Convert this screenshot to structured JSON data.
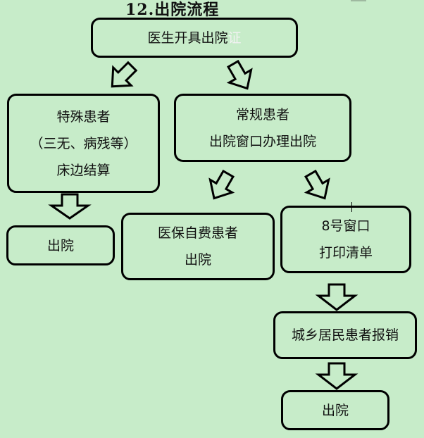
{
  "title": "12.出院流程",
  "nodes": {
    "start": {
      "text": "医生开具出院证",
      "faint": "证"
    },
    "special": {
      "lines": [
        "特殊患者",
        "（三无、病残等）",
        "床边结算"
      ]
    },
    "regular": {
      "lines": [
        "常规患者",
        "出院窗口办理出院"
      ]
    },
    "discharge_left": {
      "text": "出院"
    },
    "insurance": {
      "lines": [
        "医保自费患者",
        "出院"
      ]
    },
    "window8": {
      "lines": [
        "8号窗口",
        "打印清单"
      ]
    },
    "reimburse": {
      "text": "城乡居民患者报销"
    },
    "discharge_final": {
      "text": "出院"
    }
  }
}
